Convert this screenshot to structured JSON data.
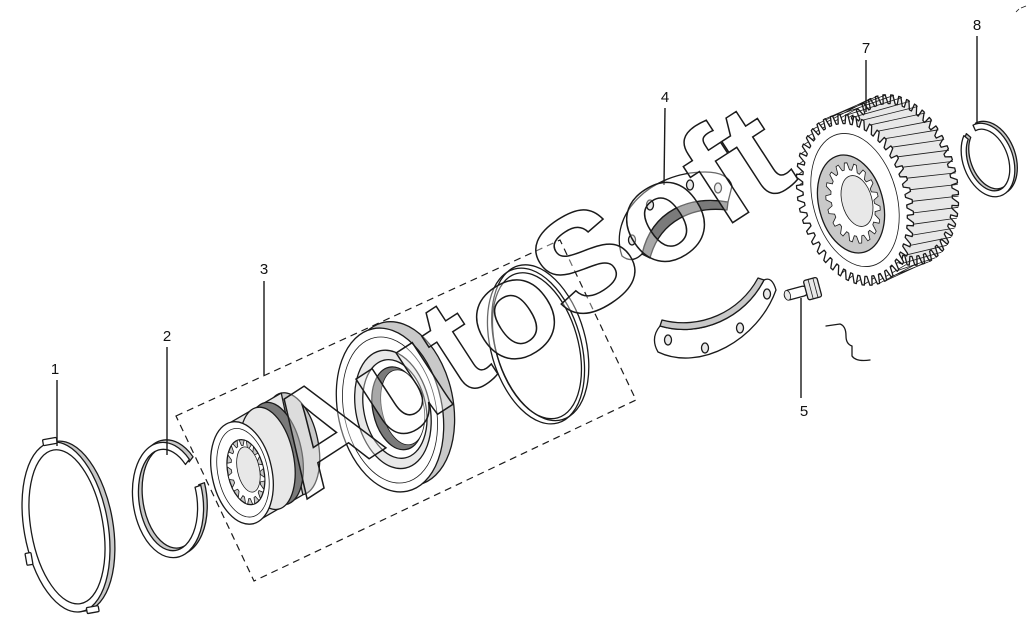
{
  "diagram": {
    "callouts": [
      {
        "label": "1"
      },
      {
        "label": "2"
      },
      {
        "label": "3"
      },
      {
        "label": "4"
      },
      {
        "label": "5"
      },
      {
        "label": "7"
      },
      {
        "label": "8"
      }
    ]
  },
  "watermark": {
    "text": "AutoSoft"
  },
  "colors": {
    "background": "#ffffff",
    "line": "#1a1a1a",
    "shade": "#c9c9c9",
    "dark_shade": "#7a7a7a"
  }
}
